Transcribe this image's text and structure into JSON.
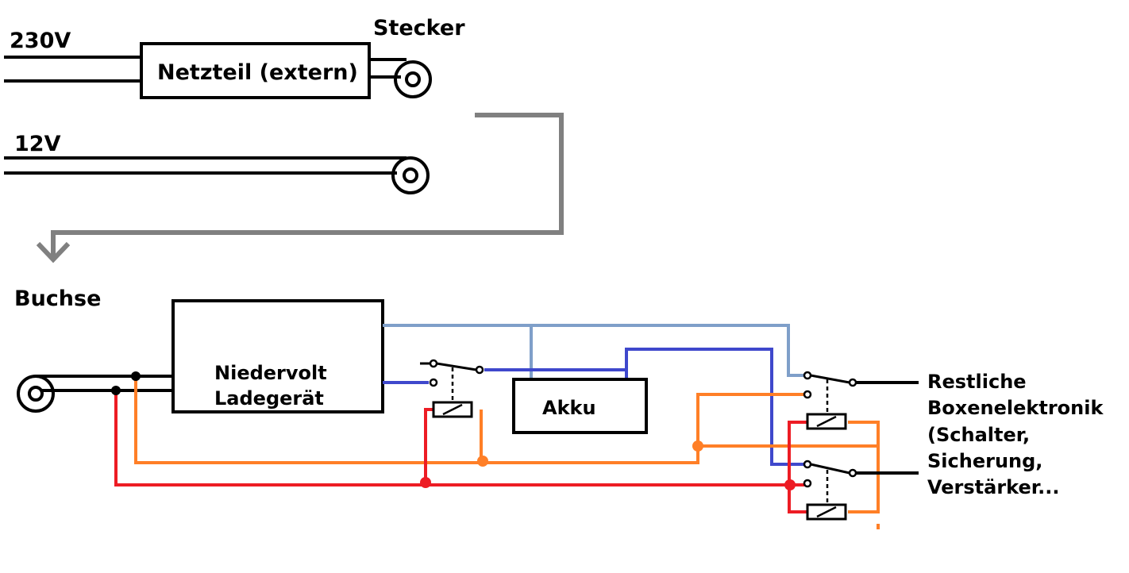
{
  "labels": {
    "v230": "230V",
    "stecker": "Stecker",
    "netzteil": "Netzteil (extern)",
    "v12": "12V",
    "buchse": "Buchse",
    "ladegeraet_line1": "Niedervolt",
    "ladegeraet_line2": "Ladegerät",
    "akku": "Akku",
    "rest_line1": "Restliche",
    "rest_line2": "Boxenelektronik",
    "rest_line3": "(Schalter,",
    "rest_line4": "Sicherung,",
    "rest_line5": "Verstärker..."
  },
  "colors": {
    "black": "#000000",
    "gray_arrow": "#808080",
    "light_blue": "#7f9fc9",
    "dark_blue": "#3f48cc",
    "orange": "#ff7f27",
    "red": "#ed1c24"
  }
}
